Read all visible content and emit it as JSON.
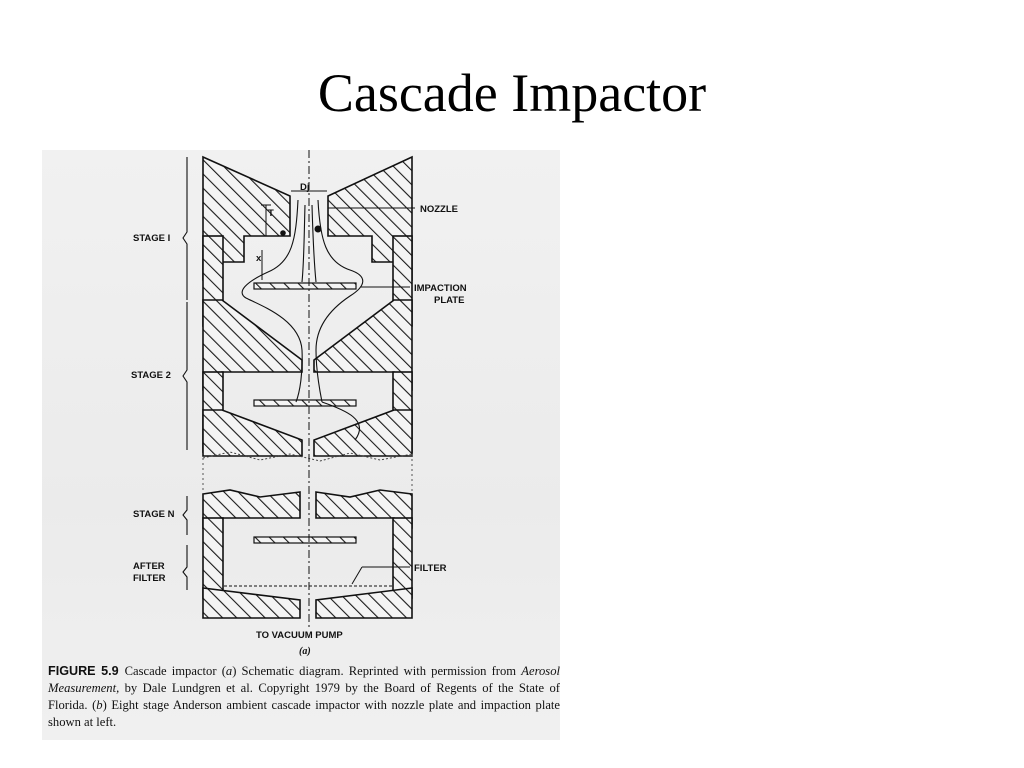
{
  "slide": {
    "title": "Cascade Impactor"
  },
  "diagram": {
    "labels": {
      "dj": "Dj",
      "t": "T",
      "x": "x",
      "nozzle": "NOZZLE",
      "impaction_plate_1": "IMPACTION",
      "impaction_plate_2": "PLATE",
      "stage_1": "STAGE  I",
      "stage_2": "STAGE  2",
      "stage_n": "STAGE  N",
      "after_filter_1": "AFTER",
      "after_filter_2": "FILTER",
      "filter": "FILTER",
      "vacuum": "TO  VACUUM  PUMP",
      "panel": "(a)"
    }
  },
  "caption": {
    "figure_number": "FIGURE 5.9",
    "text_1": "Cascade impactor (",
    "italic_a": "a",
    "text_2": ") Schematic diagram. Reprinted with permission from ",
    "italic_book": "Aerosol Measurement,",
    "text_3": " by Dale Lundgren et al. Copyright 1979 by the Board of Regents of the State of Florida. (",
    "italic_b": "b",
    "text_4": ") Eight stage Anderson ambient cascade impactor with nozzle plate and impaction plate shown at left."
  }
}
